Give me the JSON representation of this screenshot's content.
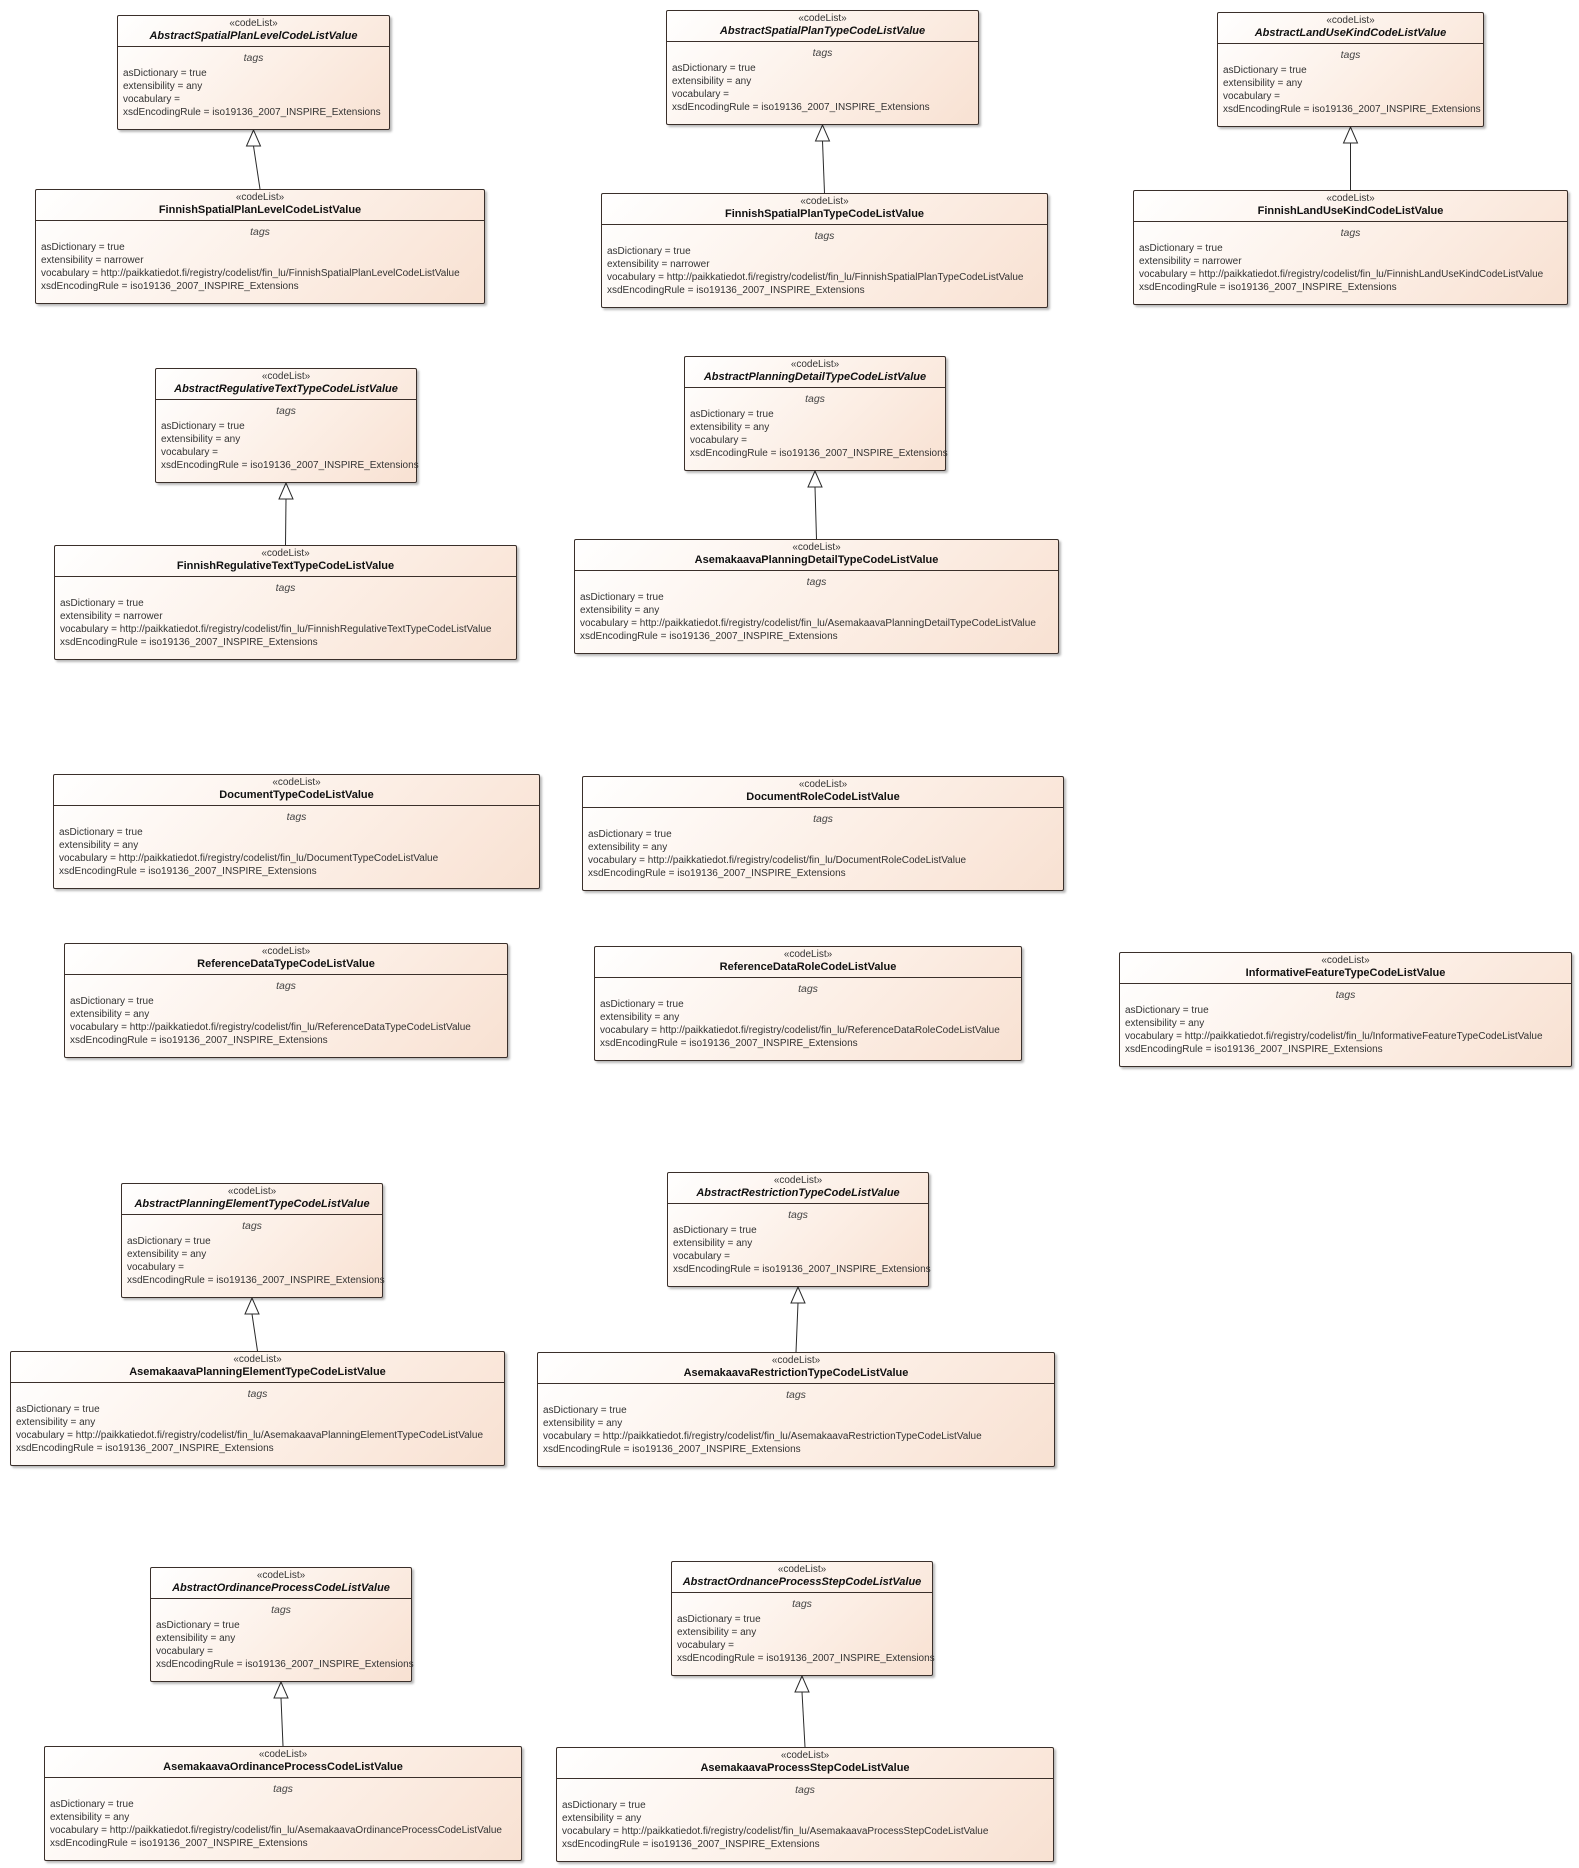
{
  "classes": [
    {
      "id": "c1",
      "stereotype": "«codeList»",
      "name": "AbstractSpatialPlanLevelCodeListValue",
      "abstract": true,
      "tags_header": "tags",
      "tags": [
        "asDictionary = true",
        "extensibility = any",
        "vocabulary =",
        "xsdEncodingRule = iso19136_2007_INSPIRE_Extensions"
      ]
    },
    {
      "id": "c2",
      "stereotype": "«codeList»",
      "name": "AbstractSpatialPlanTypeCodeListValue",
      "abstract": true,
      "tags_header": "tags",
      "tags": [
        "asDictionary = true",
        "extensibility = any",
        "vocabulary =",
        "xsdEncodingRule = iso19136_2007_INSPIRE_Extensions"
      ]
    },
    {
      "id": "c3",
      "stereotype": "«codeList»",
      "name": "AbstractLandUseKindCodeListValue",
      "abstract": true,
      "tags_header": "tags",
      "tags": [
        "asDictionary = true",
        "extensibility = any",
        "vocabulary =",
        "xsdEncodingRule = iso19136_2007_INSPIRE_Extensions"
      ]
    },
    {
      "id": "c4",
      "stereotype": "«codeList»",
      "name": "FinnishSpatialPlanLevelCodeListValue",
      "abstract": false,
      "tags_header": "tags",
      "tags": [
        "asDictionary = true",
        "extensibility = narrower",
        "vocabulary = http://paikkatiedot.fi/registry/codelist/fin_lu/FinnishSpatialPlanLevelCodeListValue",
        "xsdEncodingRule = iso19136_2007_INSPIRE_Extensions"
      ]
    },
    {
      "id": "c5",
      "stereotype": "«codeList»",
      "name": "FinnishSpatialPlanTypeCodeListValue",
      "abstract": false,
      "tags_header": "tags",
      "tags": [
        "asDictionary = true",
        "extensibility = narrower",
        "vocabulary = http://paikkatiedot.fi/registry/codelist/fin_lu/FinnishSpatialPlanTypeCodeListValue",
        "xsdEncodingRule = iso19136_2007_INSPIRE_Extensions"
      ]
    },
    {
      "id": "c6",
      "stereotype": "«codeList»",
      "name": "FinnishLandUseKindCodeListValue",
      "abstract": false,
      "tags_header": "tags",
      "tags": [
        "asDictionary = true",
        "extensibility = narrower",
        "vocabulary = http://paikkatiedot.fi/registry/codelist/fin_lu/FinnishLandUseKindCodeListValue",
        "xsdEncodingRule = iso19136_2007_INSPIRE_Extensions"
      ]
    },
    {
      "id": "c7",
      "stereotype": "«codeList»",
      "name": "AbstractRegulativeTextTypeCodeListValue",
      "abstract": true,
      "tags_header": "tags",
      "tags": [
        "asDictionary = true",
        "extensibility = any",
        "vocabulary =",
        "xsdEncodingRule = iso19136_2007_INSPIRE_Extensions"
      ]
    },
    {
      "id": "c8",
      "stereotype": "«codeList»",
      "name": "AbstractPlanningDetailTypeCodeListValue",
      "abstract": true,
      "tags_header": "tags",
      "tags": [
        "asDictionary = true",
        "extensibility = any",
        "vocabulary =",
        "xsdEncodingRule = iso19136_2007_INSPIRE_Extensions"
      ]
    },
    {
      "id": "c9",
      "stereotype": "«codeList»",
      "name": "FinnishRegulativeTextTypeCodeListValue",
      "abstract": false,
      "tags_header": "tags",
      "tags": [
        "asDictionary = true",
        "extensibility = narrower",
        "vocabulary = http://paikkatiedot.fi/registry/codelist/fin_lu/FinnishRegulativeTextTypeCodeListValue",
        "xsdEncodingRule = iso19136_2007_INSPIRE_Extensions"
      ]
    },
    {
      "id": "c10",
      "stereotype": "«codeList»",
      "name": "AsemakaavaPlanningDetailTypeCodeListValue",
      "abstract": false,
      "tags_header": "tags",
      "tags": [
        "asDictionary = true",
        "extensibility = any",
        "vocabulary = http://paikkatiedot.fi/registry/codelist/fin_lu/AsemakaavaPlanningDetailTypeCodeListValue",
        "xsdEncodingRule = iso19136_2007_INSPIRE_Extensions"
      ]
    },
    {
      "id": "c11",
      "stereotype": "«codeList»",
      "name": "DocumentTypeCodeListValue",
      "abstract": false,
      "tags_header": "tags",
      "tags": [
        "asDictionary = true",
        "extensibility = any",
        "vocabulary = http://paikkatiedot.fi/registry/codelist/fin_lu/DocumentTypeCodeListValue",
        "xsdEncodingRule = iso19136_2007_INSPIRE_Extensions"
      ]
    },
    {
      "id": "c12",
      "stereotype": "«codeList»",
      "name": "DocumentRoleCodeListValue",
      "abstract": false,
      "tags_header": "tags",
      "tags": [
        "asDictionary = true",
        "extensibility = any",
        "vocabulary = http://paikkatiedot.fi/registry/codelist/fin_lu/DocumentRoleCodeListValue",
        "xsdEncodingRule = iso19136_2007_INSPIRE_Extensions"
      ]
    },
    {
      "id": "c13",
      "stereotype": "«codeList»",
      "name": "ReferenceDataTypeCodeListValue",
      "abstract": false,
      "tags_header": "tags",
      "tags": [
        "asDictionary = true",
        "extensibility = any",
        "vocabulary = http://paikkatiedot.fi/registry/codelist/fin_lu/ReferenceDataTypeCodeListValue",
        "xsdEncodingRule = iso19136_2007_INSPIRE_Extensions"
      ]
    },
    {
      "id": "c14",
      "stereotype": "«codeList»",
      "name": "ReferenceDataRoleCodeListValue",
      "abstract": false,
      "tags_header": "tags",
      "tags": [
        "asDictionary = true",
        "extensibility = any",
        "vocabulary = http://paikkatiedot.fi/registry/codelist/fin_lu/ReferenceDataRoleCodeListValue",
        "xsdEncodingRule = iso19136_2007_INSPIRE_Extensions"
      ]
    },
    {
      "id": "c15",
      "stereotype": "«codeList»",
      "name": "InformativeFeatureTypeCodeListValue",
      "abstract": false,
      "tags_header": "tags",
      "tags": [
        "asDictionary = true",
        "extensibility = any",
        "vocabulary = http://paikkatiedot.fi/registry/codelist/fin_lu/InformativeFeatureTypeCodeListValue",
        "xsdEncodingRule = iso19136_2007_INSPIRE_Extensions"
      ]
    },
    {
      "id": "c16",
      "stereotype": "«codeList»",
      "name": "AbstractPlanningElementTypeCodeListValue",
      "abstract": true,
      "tags_header": "tags",
      "tags": [
        "asDictionary = true",
        "extensibility = any",
        "vocabulary =",
        "xsdEncodingRule = iso19136_2007_INSPIRE_Extensions"
      ]
    },
    {
      "id": "c17",
      "stereotype": "«codeList»",
      "name": "AbstractRestrictionTypeCodeListValue",
      "abstract": true,
      "tags_header": "tags",
      "tags": [
        "asDictionary = true",
        "extensibility = any",
        "vocabulary =",
        "xsdEncodingRule = iso19136_2007_INSPIRE_Extensions"
      ]
    },
    {
      "id": "c18",
      "stereotype": "«codeList»",
      "name": "AsemakaavaPlanningElementTypeCodeListValue",
      "abstract": false,
      "tags_header": "tags",
      "tags": [
        "asDictionary = true",
        "extensibility = any",
        "vocabulary = http://paikkatiedot.fi/registry/codelist/fin_lu/AsemakaavaPlanningElementTypeCodeListValue",
        "xsdEncodingRule = iso19136_2007_INSPIRE_Extensions"
      ]
    },
    {
      "id": "c19",
      "stereotype": "«codeList»",
      "name": "AsemakaavaRestrictionTypeCodeListValue",
      "abstract": false,
      "tags_header": "tags",
      "tags": [
        "asDictionary = true",
        "extensibility = any",
        "vocabulary = http://paikkatiedot.fi/registry/codelist/fin_lu/AsemakaavaRestrictionTypeCodeListValue",
        "xsdEncodingRule = iso19136_2007_INSPIRE_Extensions"
      ]
    },
    {
      "id": "c20",
      "stereotype": "«codeList»",
      "name": "AbstractOrdinanceProcessCodeListValue",
      "abstract": true,
      "tags_header": "tags",
      "tags": [
        "asDictionary = true",
        "extensibility = any",
        "vocabulary =",
        "xsdEncodingRule = iso19136_2007_INSPIRE_Extensions"
      ]
    },
    {
      "id": "c21",
      "stereotype": "«codeList»",
      "name": "AbstractOrdnanceProcessStepCodeListValue",
      "abstract": true,
      "tags_header": "tags",
      "tags": [
        "asDictionary = true",
        "extensibility = any",
        "vocabulary =",
        "xsdEncodingRule = iso19136_2007_INSPIRE_Extensions"
      ]
    },
    {
      "id": "c22",
      "stereotype": "«codeList»",
      "name": "AsemakaavaOrdinanceProcessCodeListValue",
      "abstract": false,
      "tags_header": "tags",
      "tags": [
        "asDictionary = true",
        "extensibility = any",
        "vocabulary = http://paikkatiedot.fi/registry/codelist/fin_lu/AsemakaavaOrdinanceProcessCodeListValue",
        "xsdEncodingRule = iso19136_2007_INSPIRE_Extensions"
      ]
    },
    {
      "id": "c23",
      "stereotype": "«codeList»",
      "name": "AsemakaavaProcessStepCodeListValue",
      "abstract": false,
      "tags_header": "tags",
      "tags": [
        "asDictionary = true",
        "extensibility = any",
        "vocabulary = http://paikkatiedot.fi/registry/codelist/fin_lu/AsemakaavaProcessStepCodeListValue",
        "xsdEncodingRule = iso19136_2007_INSPIRE_Extensions"
      ]
    }
  ],
  "generalizations": [
    {
      "child": "c4",
      "parent": "c1"
    },
    {
      "child": "c5",
      "parent": "c2"
    },
    {
      "child": "c6",
      "parent": "c3"
    },
    {
      "child": "c9",
      "parent": "c7"
    },
    {
      "child": "c10",
      "parent": "c8"
    },
    {
      "child": "c18",
      "parent": "c16"
    },
    {
      "child": "c19",
      "parent": "c17"
    },
    {
      "child": "c22",
      "parent": "c20"
    },
    {
      "child": "c23",
      "parent": "c21"
    }
  ]
}
